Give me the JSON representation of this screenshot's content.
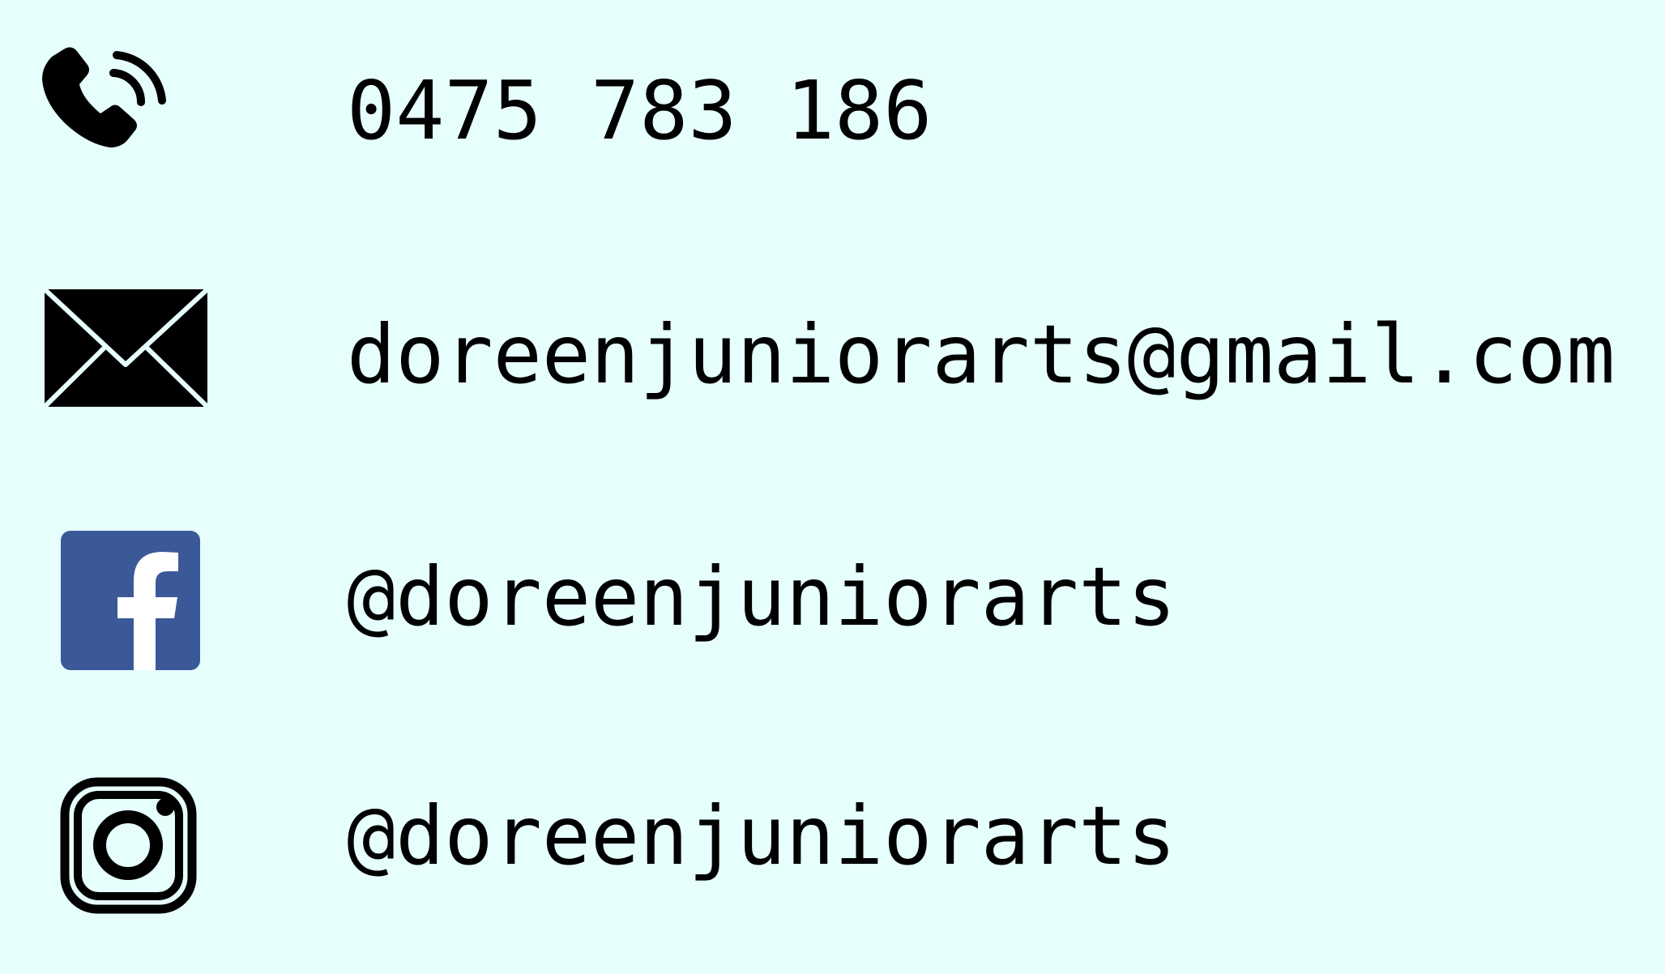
{
  "contacts": {
    "phone": {
      "icon": "phone-icon",
      "value": "0475 783 186"
    },
    "email": {
      "icon": "envelope-icon",
      "value": "doreenjuniorarts@gmail.com"
    },
    "facebook": {
      "icon": "facebook-icon",
      "value": "@doreenjuniorarts"
    },
    "instagram": {
      "icon": "instagram-icon",
      "value": "@doreenjuniorarts"
    }
  },
  "colors": {
    "background": "#e6fffd",
    "text": "#000000",
    "facebook_blue": "#3b5998"
  }
}
